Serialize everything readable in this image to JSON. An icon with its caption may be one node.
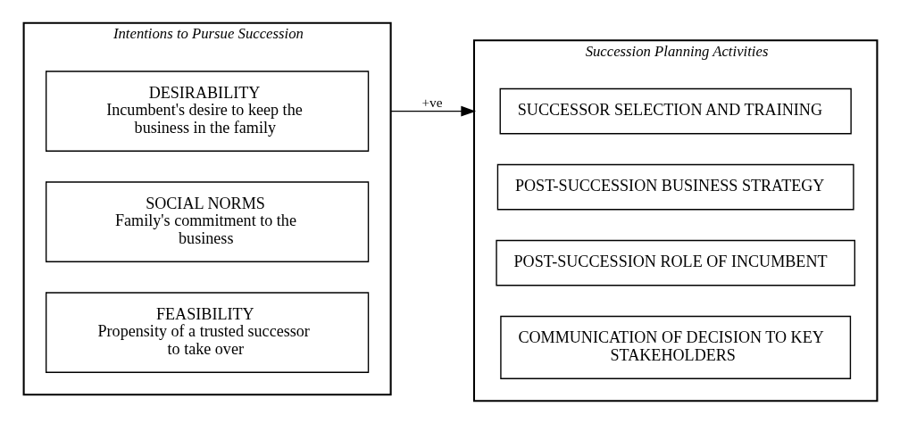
{
  "diagram": {
    "nodes": [
      {
        "text": [
          "Intentions to Pursue Succession"
        ]
      },
      {
        "text": [
          "DESIRABILITY",
          "Incumbent's desire to keep the business in the family"
        ],
        "in": 0
      },
      {
        "text": [
          "SOCIAL NORMS",
          "Family's commitment to the business"
        ],
        "in": 0
      },
      {
        "text": [
          "FEASIBILITY",
          "Propensity of a trusted successor to take over"
        ],
        "in": 0
      },
      {
        "text": [
          "Succession Planning Activities"
        ]
      },
      {
        "text": [
          "SUCCESSOR SELECTION AND TRAINING"
        ],
        "in": 4
      },
      {
        "text": [
          "POST-SUCCESSION BUSINESS STRATEGY"
        ],
        "in": 4
      },
      {
        "text": [
          "POST-SUCCESSION ROLE OF INCUMBENT"
        ],
        "in": 4
      },
      {
        "text": [
          "COMMUNICATION OF DECISION TO KEY STAKEHOLDERS"
        ],
        "in": 4
      }
    ],
    "edges": [
      {
        "from": 0,
        "to": 4,
        "arrow": "to",
        "label": "+ve"
      }
    ]
  }
}
